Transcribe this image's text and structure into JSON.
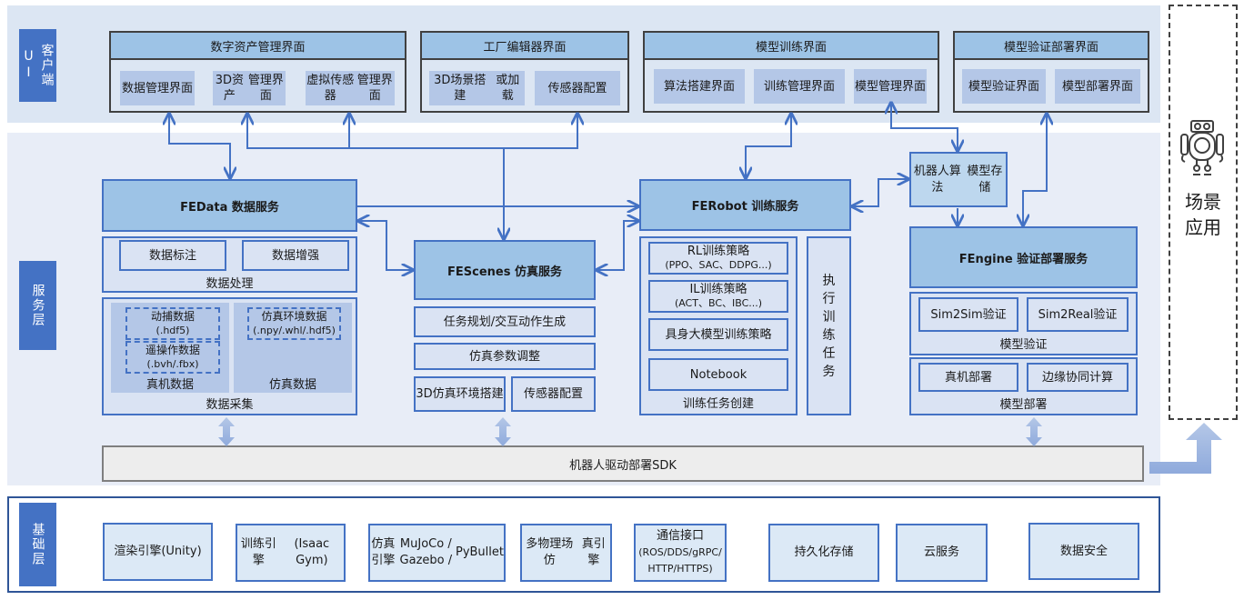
{
  "layers": {
    "client": "客户端UI",
    "service": "服务层",
    "base": "基础层"
  },
  "client_ui": [
    {
      "title": "数字资产管理界面",
      "items": [
        [
          "数据",
          "管理界面"
        ],
        [
          "3D资产",
          "管理界面"
        ],
        [
          "虚拟传感器",
          "管理界面"
        ]
      ]
    },
    {
      "title": "工厂编辑器界面",
      "items": [
        [
          "3D场景搭建",
          "或加载"
        ],
        [
          "传感器",
          "配置"
        ]
      ]
    },
    {
      "title": "模型训练界面",
      "items": [
        [
          "算法搭建",
          "界面"
        ],
        [
          "训练管理",
          "界面"
        ],
        [
          "模型",
          "管理界面"
        ]
      ]
    },
    {
      "title": "模型验证部署界面",
      "items": [
        [
          "模型验证",
          "界面"
        ],
        [
          "模型部署",
          "界面"
        ]
      ]
    }
  ],
  "fedata": {
    "title": "FEData 数据服务",
    "processing": {
      "label": "数据处理",
      "items": [
        "数据标注",
        "数据增强"
      ]
    },
    "collection": {
      "label": "数据采集",
      "real": {
        "label": "真机数据",
        "items": [
          {
            "name": "动捕数据",
            "format": "(.hdf5)"
          },
          {
            "name": "遥操作数据",
            "format": "(.bvh/.fbx)"
          }
        ]
      },
      "sim": {
        "label": "仿真数据",
        "items": [
          {
            "name": "仿真环境数据",
            "format": "(.npy/.whl/.hdf5)"
          }
        ]
      }
    }
  },
  "fescenes": {
    "title": "FEScenes 仿真服务",
    "items": [
      "任务规划/交互动作生成",
      "仿真参数调整"
    ],
    "bottom": [
      [
        "3D仿真环境",
        "搭建"
      ],
      [
        "传感器",
        "配置"
      ]
    ]
  },
  "ferobot": {
    "title": "FERobot 训练服务",
    "create_label": "训练任务创建",
    "strategies": [
      {
        "name": "RL训练策略",
        "detail": "(PPO、SAC、DDPG...)"
      },
      {
        "name": "IL训练策略",
        "detail": "(ACT、BC、IBC...)"
      },
      {
        "name": "具身大模型训练策略",
        "detail": ""
      },
      {
        "name": "Notebook",
        "detail": ""
      }
    ],
    "execute": "执行训练任务"
  },
  "model_store": [
    "机器人算法",
    "模型存储"
  ],
  "fengine": {
    "title": "FEngine 验证部署服务",
    "validation": {
      "label": "模型验证",
      "items": [
        [
          "Sim2Sim验证"
        ],
        [
          "Sim2Real验",
          "证"
        ]
      ]
    },
    "deploy": {
      "label": "模型部署",
      "items": [
        "真机部署",
        "边缘协同计算"
      ]
    }
  },
  "sdk": "机器人驱动部署SDK",
  "scene_app": [
    "场景",
    "应用"
  ],
  "base_items": [
    [
      "渲染引擎",
      "(Unity)"
    ],
    [
      "训练引擎",
      "(Isaac Gym)"
    ],
    [
      "仿真引擎",
      "MuJoCo / Gazebo /",
      "PyBullet"
    ],
    [
      "多物理场仿",
      "真引擎"
    ],
    [
      "通信接口",
      "(ROS/DDS/gRPC/",
      "HTTP/HTTPS)"
    ],
    [
      "持久化存储"
    ],
    [
      "云服务"
    ],
    [
      "数据安全"
    ]
  ],
  "colors": {
    "accent": "#4472c4",
    "header": "#9dc3e6",
    "panel": "#dae3f3",
    "border_dark": "#404040"
  }
}
